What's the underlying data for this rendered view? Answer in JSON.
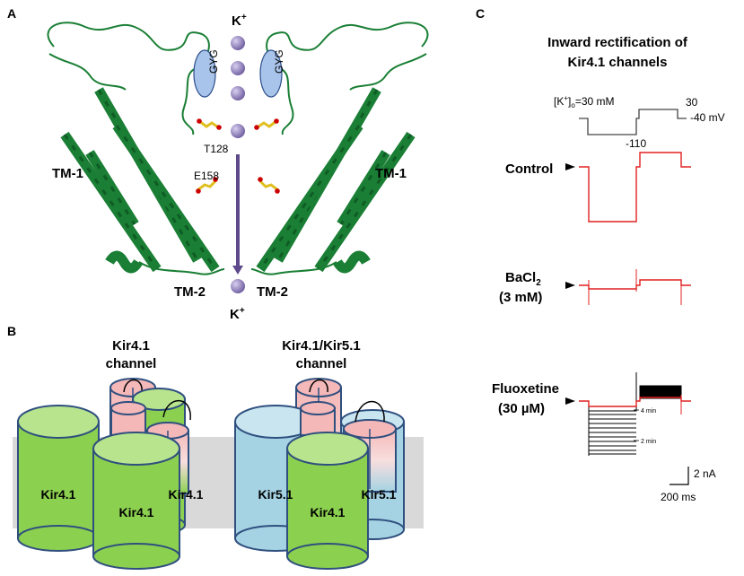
{
  "panel_a": {
    "letter": "A",
    "ion_top": "K",
    "ion_bottom": "K",
    "ion_sup": "+",
    "gyg": "GYG",
    "tm1": "TM-1",
    "tm2": "TM-2",
    "t128": "T128",
    "e158": "E158"
  },
  "panel_b": {
    "letter": "B",
    "title1_line1": "Kir4.1",
    "title1_line2": "channel",
    "title2_line1": "Kir4.1/Kir5.1",
    "title2_line2": "channel",
    "cyl_kir41": "Kir4.1",
    "cyl_kir51": "Kir5.1"
  },
  "panel_c": {
    "letter": "C",
    "title_line1": "Inward rectification of",
    "title_line2": "Kir4.1 channels",
    "protocol_label": "[K",
    "protocol_sup": "+",
    "protocol_sub": "o",
    "protocol_value": "=30 mM",
    "step_high": "30",
    "step_low": "-110",
    "holding": "-40 mV",
    "control": "Control",
    "bacl_line1": "BaCl",
    "bacl_sub": "2",
    "bacl_line2": "(3 mM)",
    "fluox_line1": "Fluoxetine",
    "fluox_line2": "(30 µM)",
    "time_4": "4 min",
    "time_2": "2 min",
    "scale_current": "2 nA",
    "scale_time": "200 ms"
  },
  "colors": {
    "helix_green": "#1a7f35",
    "gyg_blue": "#a9c4ea",
    "ion_purple": "#8b7bb5",
    "cyl_green": "#8cd050",
    "cyl_blue": "#a5d3e3",
    "cyl_pink": "#f4b8b8",
    "trace_red": "#e02020",
    "membrane": "#d9d9d9"
  }
}
